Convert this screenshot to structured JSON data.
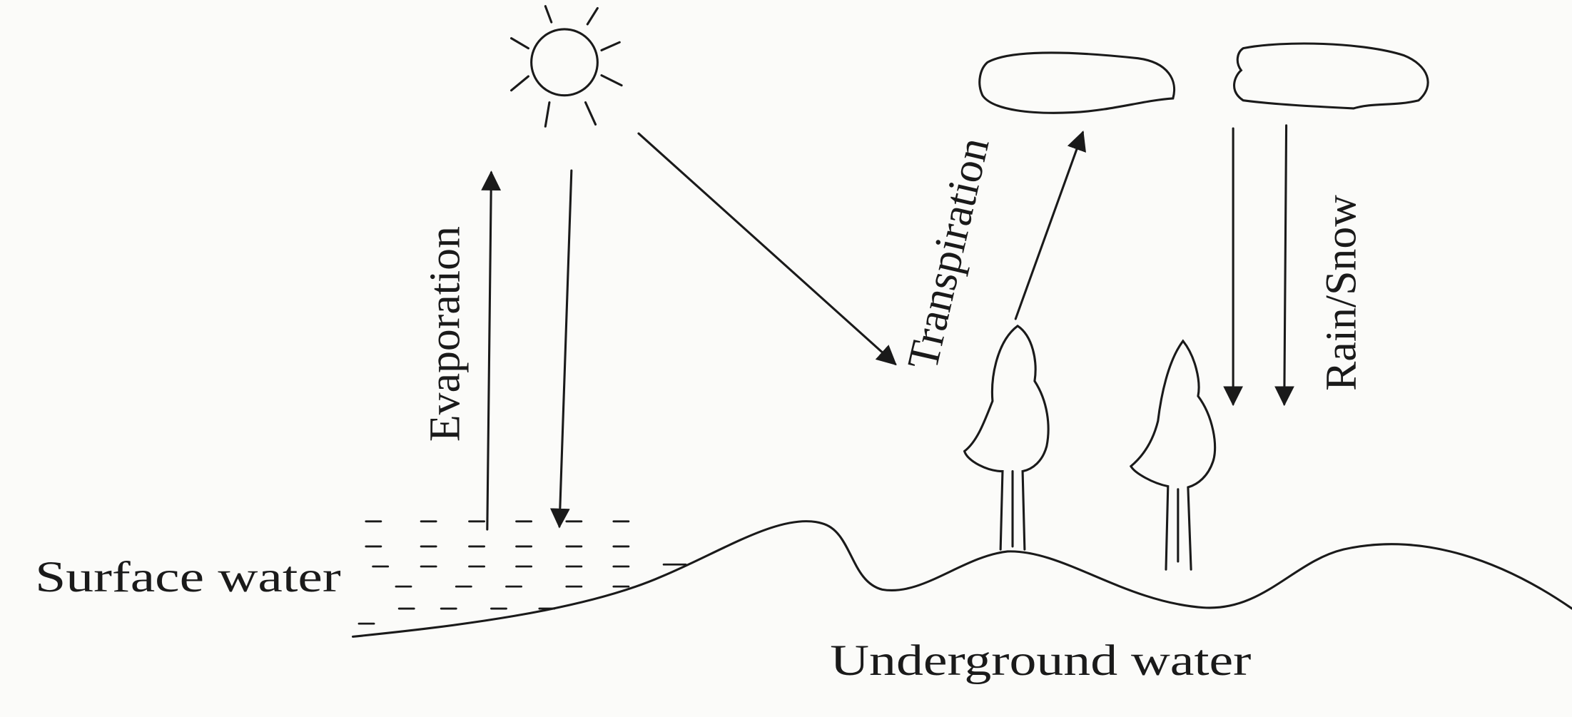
{
  "diagram": {
    "title_hidden": "",
    "labels": {
      "evaporation": "Evaporation",
      "transpiration": "Transpiration",
      "rain_snow": "Rain/Snow",
      "surface_water": "Surface water",
      "underground_water": "Underground water"
    },
    "elements": [
      "sun-icon",
      "cloud-icon",
      "cloud-icon",
      "tree-icon",
      "tree-icon"
    ],
    "colors": {
      "ink": "#1a1a1a",
      "paper": "#fbfbf9"
    }
  }
}
